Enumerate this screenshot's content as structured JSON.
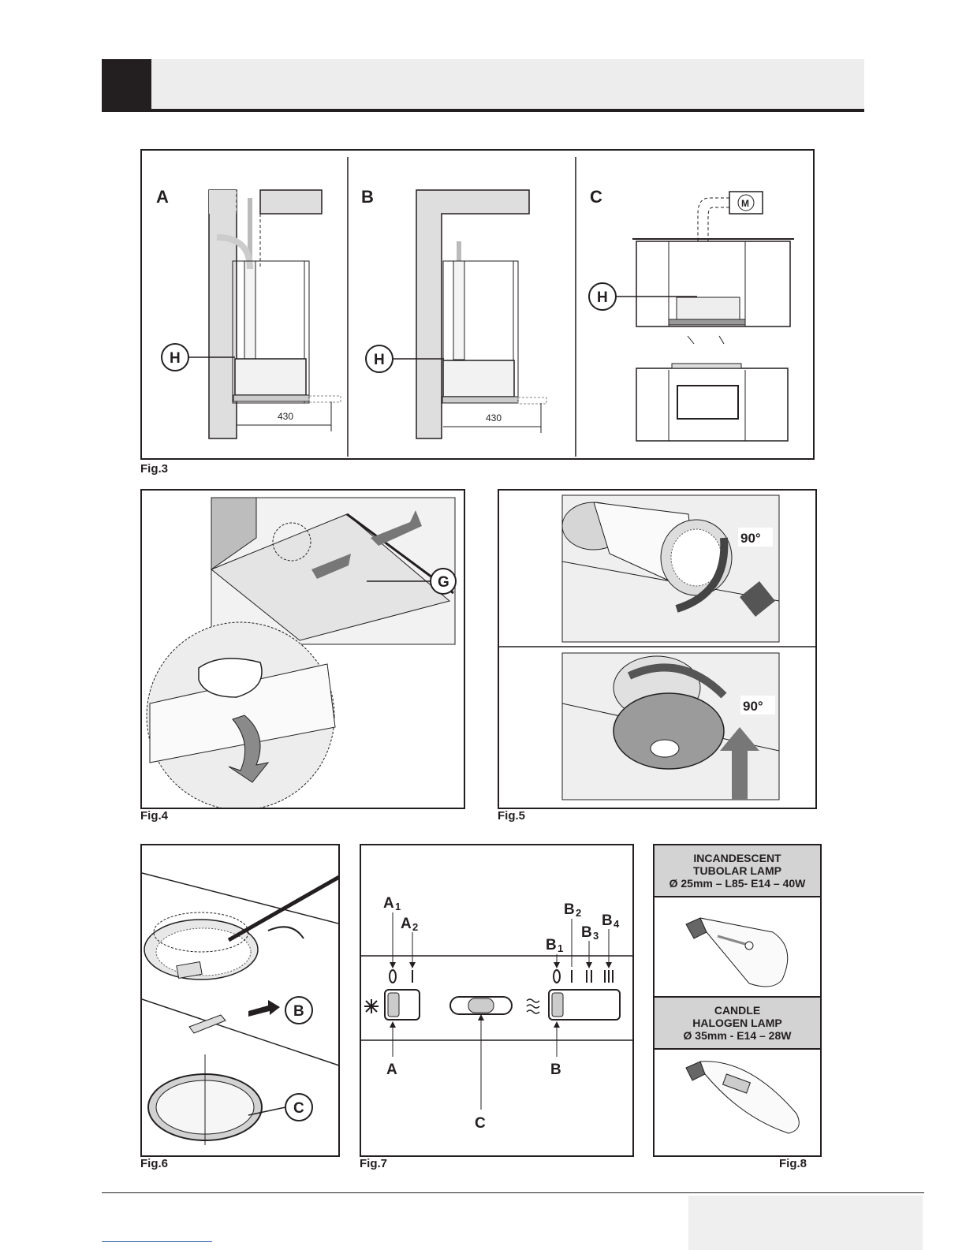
{
  "figures": {
    "fig3": {
      "caption": "Fig.3",
      "panels": [
        "A",
        "B",
        "C"
      ],
      "callout": "H",
      "dimension": "430",
      "motor": "M"
    },
    "fig4": {
      "caption": "Fig.4",
      "callout": "G"
    },
    "fig5": {
      "caption": "Fig.5",
      "angle_top": "90°",
      "angle_bottom": "90°"
    },
    "fig6": {
      "caption": "Fig.6",
      "callout_b": "B",
      "callout_c": "C"
    },
    "fig7": {
      "caption": "Fig.7",
      "labels": {
        "a": "A",
        "a_sub": "1",
        "a2": "A",
        "a2_sub": "2",
        "b1": "B",
        "b1_sub": "1",
        "b2": "B",
        "b2_sub": "2",
        "b3": "B",
        "b3_sub": "3",
        "b4": "B",
        "b4_sub": "4",
        "switch_a": "A",
        "switch_b": "B",
        "switch_c": "C"
      }
    },
    "fig8": {
      "caption": "Fig.8",
      "lamp1": {
        "line1": "INCANDESCENT",
        "line2": "TUBOLAR LAMP",
        "line3": "Ø 25mm – L85- E14 – 40W"
      },
      "lamp2": {
        "line1": "CANDLE",
        "line2": "HALOGEN LAMP",
        "line3": "Ø 35mm - E14 – 28W"
      }
    }
  },
  "colors": {
    "ink": "#231f20",
    "panel_grey": "#d3d3d3",
    "header_band": "#ededed"
  }
}
